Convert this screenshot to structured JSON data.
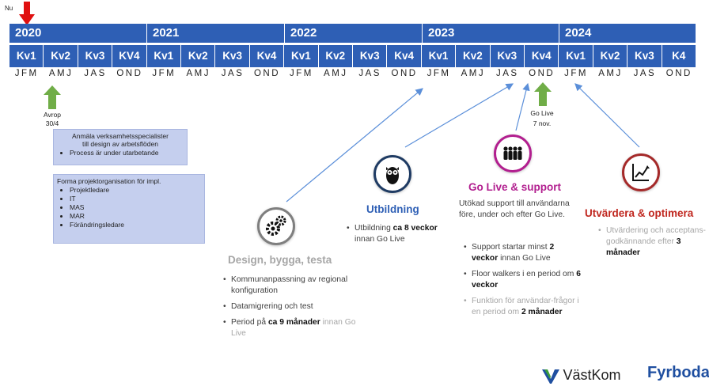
{
  "now_label": "Nu",
  "years": [
    "2020",
    "2021",
    "2022",
    "2023",
    "2024"
  ],
  "quarters": [
    "Kv1",
    "Kv2",
    "Kv3",
    "KV4",
    "Kv1",
    "Kv2",
    "Kv3",
    "Kv4",
    "Kv1",
    "Kv2",
    "Kv3",
    "Kv4",
    "Kv1",
    "Kv2",
    "Kv3",
    "Kv4",
    "Kv1",
    "Kv2",
    "Kv3",
    "K4"
  ],
  "months": [
    "JFM",
    "AMJ",
    "JAS",
    "OND",
    "JFM",
    "AMJ",
    "JAS",
    "OND",
    "JFM",
    "AMJ",
    "JAS",
    "OND",
    "JFM",
    "AMJ",
    "JAS",
    "OND",
    "JFM",
    "AMJ",
    "JAS",
    "OND"
  ],
  "avrop": {
    "line1": "Avrop",
    "line2": "30/4"
  },
  "golive_marker": {
    "line1": "Go Live",
    "line2": "7 nov."
  },
  "box1": {
    "line1": "Anmäla verksamhetsspecialister",
    "line2": "till design av arbetsflöden",
    "bullet": "Process är under utarbetande"
  },
  "box2": {
    "title": "Forma projektorganisation för impl.",
    "items": [
      "Projektledare",
      "IT",
      "MAS",
      "MAR",
      "Förändringsledare"
    ]
  },
  "design": {
    "heading": "Design, bygga, testa",
    "b1": "Kommunanpassning av regional konfiguration",
    "b2": "Datamigrering och test",
    "b3_pre": "Period på ",
    "b3_bold": "ca 9 månader",
    "b3_post": " innan Go Live"
  },
  "utbildning": {
    "heading": "Utbildning",
    "b1_pre": "Utbildning ",
    "b1_bold": "ca 8 veckor",
    "b1_post": " innan Go Live"
  },
  "golive": {
    "heading": "Go Live & support",
    "intro": "Utökad support till användarna före, under och efter Go Live.",
    "b1_pre": "Support startar minst ",
    "b1_bold": "2 veckor",
    "b1_post": " innan Go Live",
    "b2_pre": "Floor walkers i en period om ",
    "b2_bold": "6 veckor",
    "b3_pre": "Funktion för användar-frågor i en period om ",
    "b3_bold": "2 månader"
  },
  "utvardera": {
    "heading": "Utvärdera & optimera",
    "b1_pre": "Utvärdering och acceptans-godkännande efter ",
    "b1_bold": "3 månader"
  },
  "logos": {
    "vastkom": "VästKom",
    "fyrboda": "Fyrboda"
  },
  "colors": {
    "timeline": "#2e5fb5",
    "green": "#70ad47",
    "red": "#e01010",
    "magenta": "#b21f8f",
    "maroon": "#a52a2a",
    "gray_icon": "#7f7f7f",
    "navy_icon": "#1f3b63",
    "arrow": "#5b8fd9"
  }
}
